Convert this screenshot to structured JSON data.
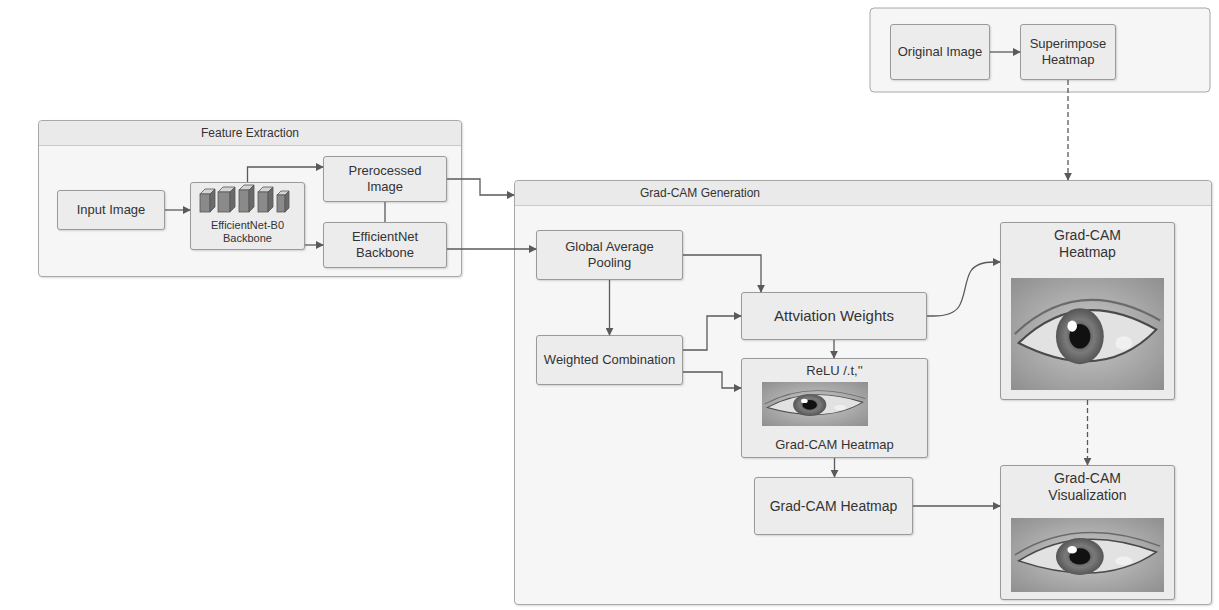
{
  "diagram": {
    "nodes": [
      {
        "text": [
          "Original Image"
        ]
      },
      {
        "text": [
          "Superimpose Heatmap"
        ]
      },
      {
        "text": [
          "Feature Extraction"
        ]
      },
      {
        "text": [
          "Input Image"
        ],
        "in": 2
      },
      {
        "text": [
          "EfficientNet-B0 Backbone"
        ],
        "in": 2
      },
      {
        "text": [
          "Prerocessed Image"
        ],
        "in": 2
      },
      {
        "text": [
          "EfficientNet Backbone"
        ],
        "in": 2
      },
      {
        "text": [
          "Grad-CAM Generation"
        ]
      },
      {
        "text": [
          "Global Average Pooling"
        ],
        "in": 7
      },
      {
        "text": [
          "Attviation Weights"
        ],
        "in": 7
      },
      {
        "text": [
          "Grad-CAM Heatmap"
        ],
        "in": 7
      },
      {
        "text": [
          "Weighted Combination"
        ],
        "in": 7
      },
      {
        "text": [
          "ReLU /.t,''",
          "Grad-CAM Heatmap"
        ],
        "in": 7
      },
      {
        "text": [
          "Grad-CAM Heatmap"
        ],
        "in": 7
      },
      {
        "text": [
          "Grad-CAM Visualization"
        ],
        "in": 7
      }
    ],
    "edges": [
      {
        "from": 0,
        "to": 1,
        "arrow": "to"
      },
      {
        "from": 1,
        "to": 7,
        "arrow": "to"
      },
      {
        "from": 3,
        "to": 4,
        "arrow": "to"
      },
      {
        "from": 4,
        "to": 5,
        "arrow": "to"
      },
      {
        "from": 4,
        "to": 6,
        "arrow": "to"
      },
      {
        "from": 5,
        "to": 6,
        "arrow": "none"
      },
      {
        "from": 5,
        "to": 7,
        "arrow": "to"
      },
      {
        "from": 6,
        "to": 8,
        "arrow": "to"
      },
      {
        "from": 8,
        "to": 11,
        "arrow": "to"
      },
      {
        "from": 8,
        "to": 9,
        "arrow": "to"
      },
      {
        "from": 11,
        "to": 9,
        "arrow": "to"
      },
      {
        "from": 11,
        "to": 12,
        "arrow": "to"
      },
      {
        "from": 9,
        "to": 12,
        "arrow": "to"
      },
      {
        "from": 9,
        "to": 10,
        "arrow": "to"
      },
      {
        "from": 10,
        "to": 14,
        "arrow": "to"
      },
      {
        "from": 12,
        "to": 13,
        "arrow": "to"
      },
      {
        "from": 13,
        "to": 14,
        "arrow": "to"
      }
    ]
  }
}
